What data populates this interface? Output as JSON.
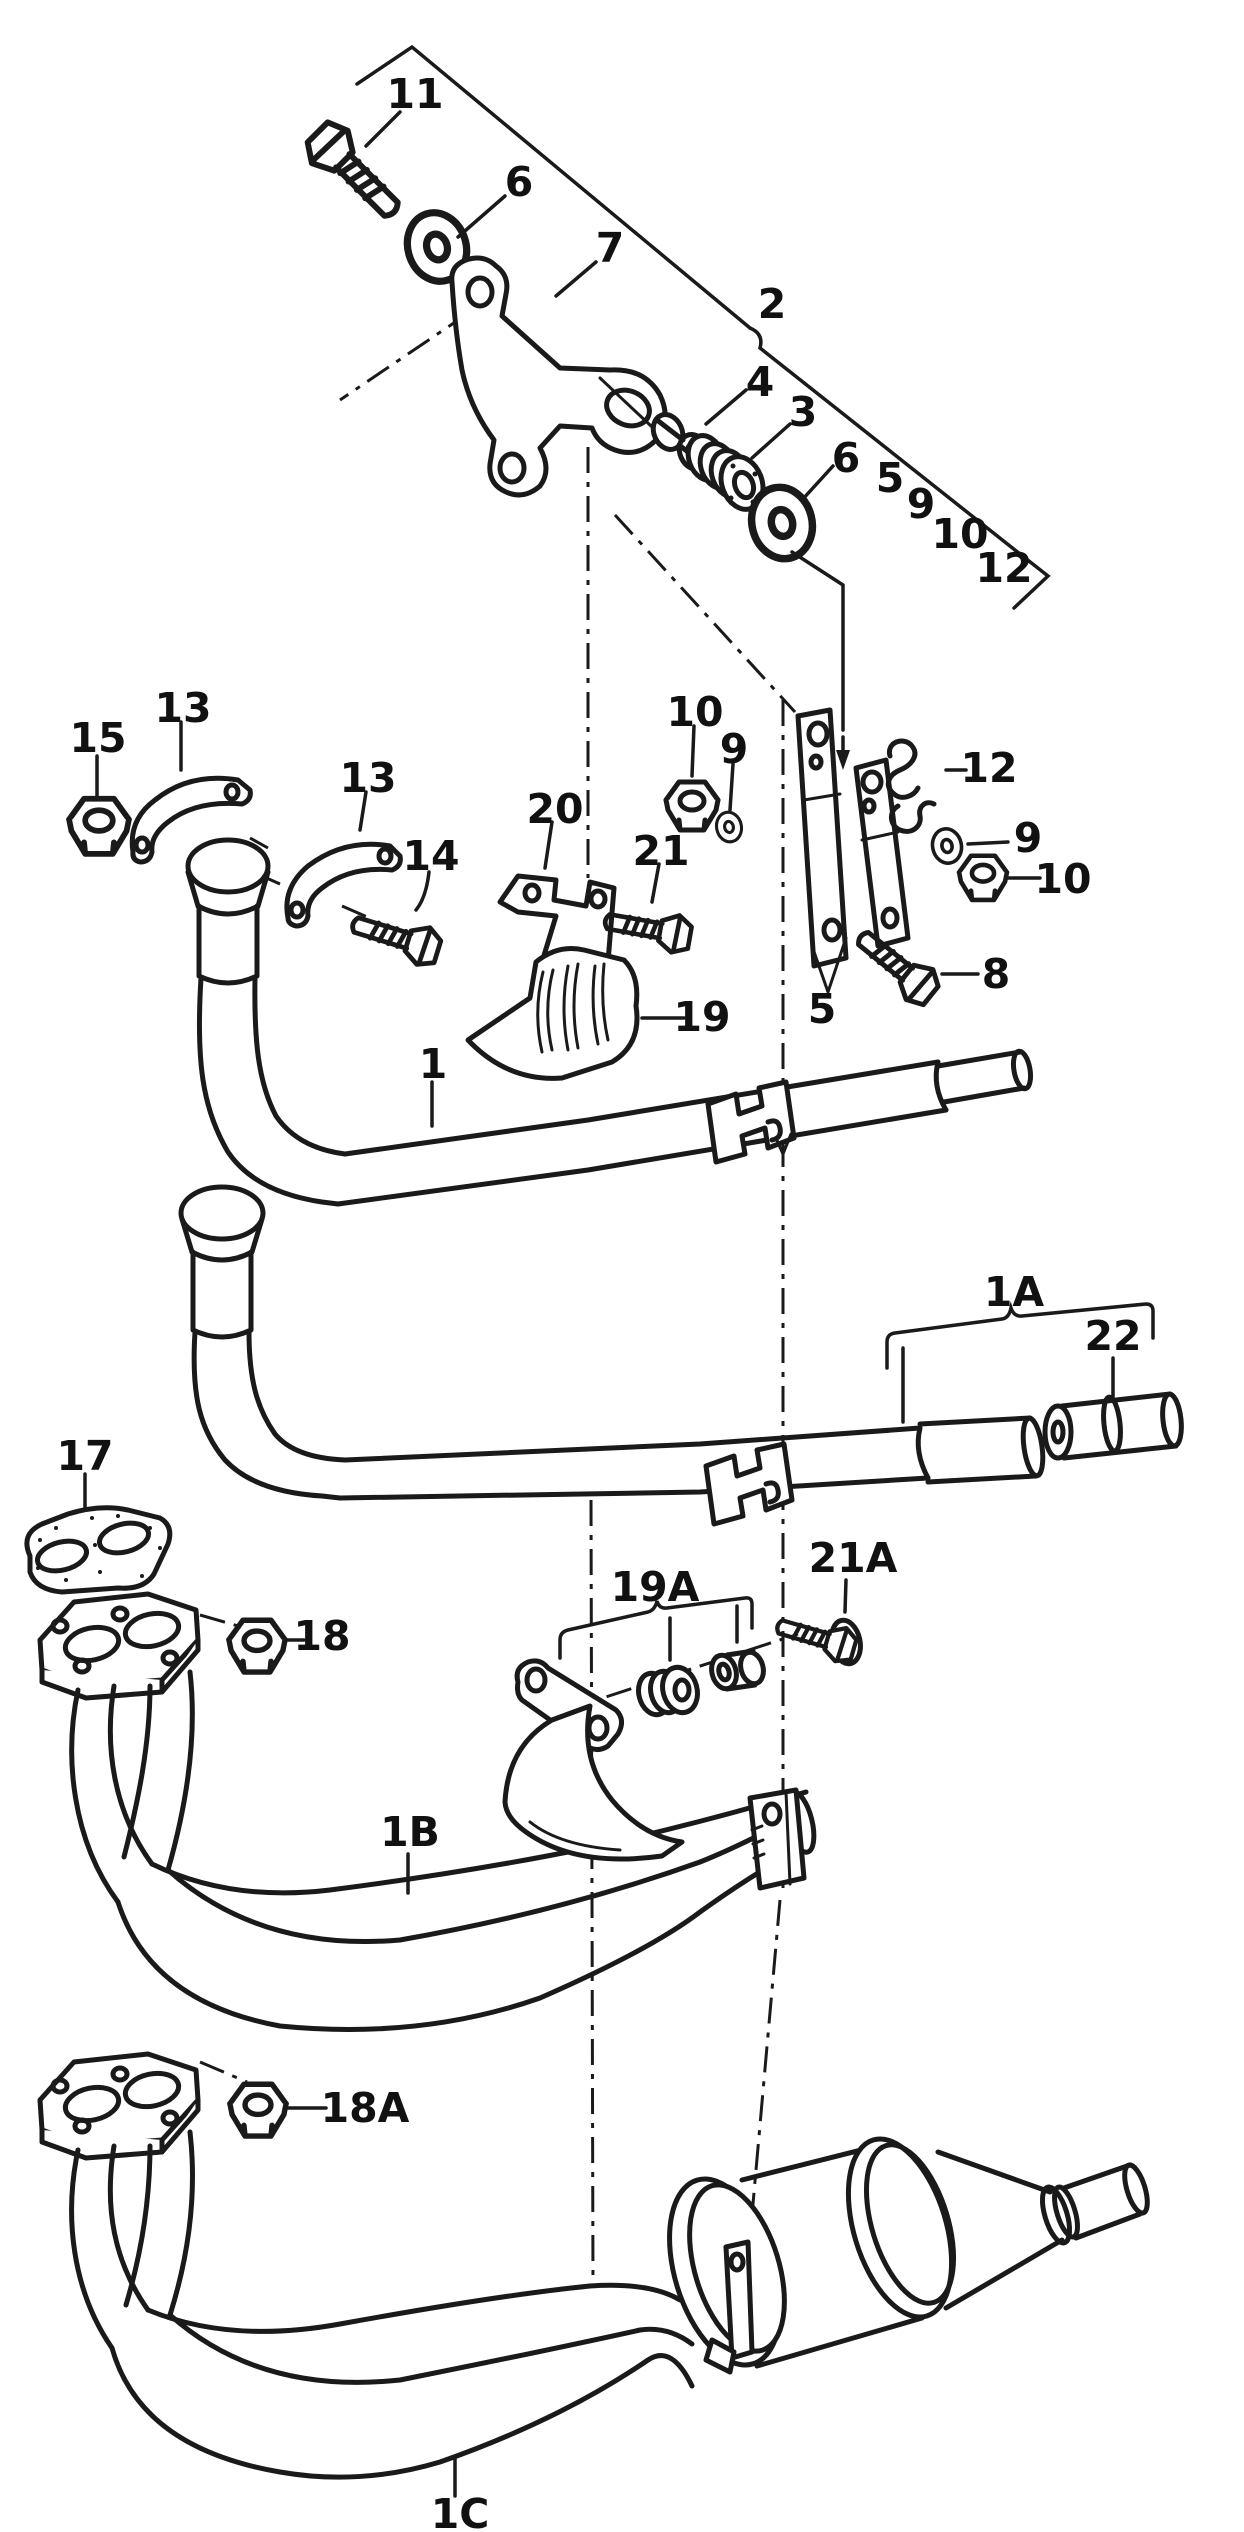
{
  "diagram": {
    "type": "exploded-parts-diagram",
    "background": "#ffffff",
    "line_color": "#1a1a1a",
    "callouts": {
      "c11": "11",
      "c6a": "6",
      "c7": "7",
      "c2": "2",
      "c4": "4",
      "c3": "3",
      "c6b": "6",
      "c5a": "5",
      "c9a": "9",
      "c10a": "10",
      "c12a": "12",
      "c15": "15",
      "c13a": "13",
      "c13b": "13",
      "c14": "14",
      "c20": "20",
      "c21": "21",
      "c10b": "10",
      "c9b": "9",
      "c12b": "12",
      "c9c": "9",
      "c10c": "10",
      "c8": "8",
      "c19": "19",
      "c5b": "5",
      "c1": "1",
      "c1A": "1A",
      "c22": "22",
      "c17": "17",
      "c18": "18",
      "c19A": "19A",
      "c21A": "21A",
      "c1B": "1B",
      "c18A": "18A",
      "c1C": "1C"
    }
  }
}
